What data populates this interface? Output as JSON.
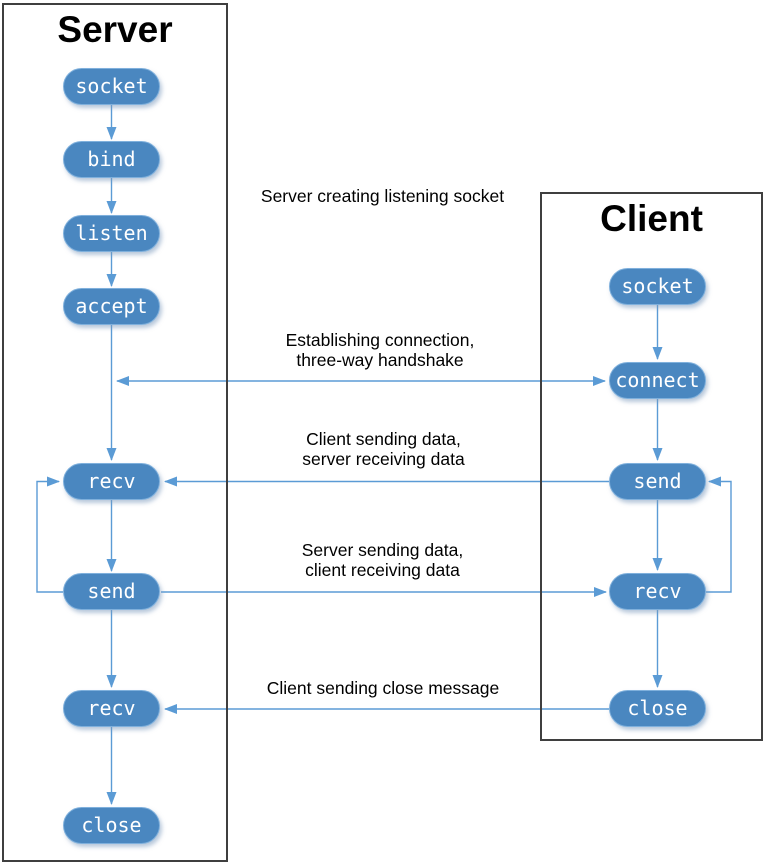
{
  "diagram": {
    "server": {
      "title": "Server",
      "nodes": [
        "socket",
        "bind",
        "listen",
        "accept",
        "recv",
        "send",
        "recv",
        "close"
      ]
    },
    "client": {
      "title": "Client",
      "nodes": [
        "socket",
        "connect",
        "send",
        "recv",
        "close"
      ]
    },
    "messages": [
      {
        "id": "creating-socket",
        "lines": [
          "Server creating listening socket"
        ]
      },
      {
        "id": "handshake",
        "lines": [
          "Establishing connection,",
          "three-way handshake"
        ]
      },
      {
        "id": "client-sending-data",
        "lines": [
          "Client sending data,",
          "server receiving data"
        ]
      },
      {
        "id": "server-sending-data",
        "lines": [
          "Server sending data,",
          "client receiving data"
        ]
      },
      {
        "id": "close-message",
        "lines": [
          "Client sending close message"
        ]
      }
    ],
    "colors": {
      "node_fill": "#4a87c0",
      "node_border": "#7fb0dc",
      "node_text": "#ffffff",
      "arrow": "#5b9bd5",
      "box_border": "#3f3f3f",
      "label_text": "#000000",
      "background": "#ffffff"
    }
  }
}
